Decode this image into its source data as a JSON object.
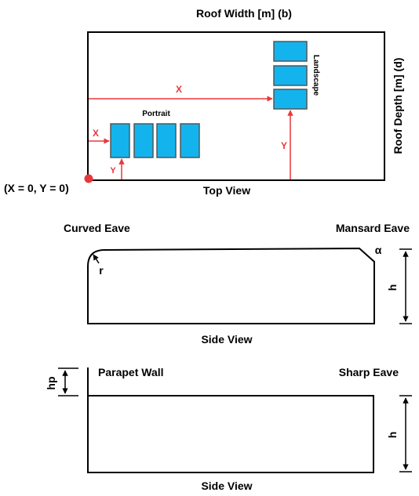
{
  "top_view": {
    "roof_width_label": "Roof Width [m] (b)",
    "roof_depth_label": "Roof Depth [m] (d)",
    "title": "Top View",
    "origin_label": "(X = 0, Y = 0)",
    "portrait_label": "Portrait",
    "landscape_label": "Landscape",
    "x_label_long": "X",
    "x_label_short": "X",
    "y_label_landscape": "Y",
    "y_label_portrait": "Y",
    "panel_color": "#13b4ee",
    "accent_color": "#e8383b"
  },
  "side_view_1": {
    "curved_eave_label": "Curved Eave",
    "mansard_eave_label": "Mansard Eave",
    "radius_label": "r",
    "angle_label": "α",
    "height_label": "h",
    "title": "Side View"
  },
  "side_view_2": {
    "parapet_label": "Parapet Wall",
    "sharp_eave_label": "Sharp Eave",
    "parapet_height_label": "hp",
    "height_label": "h",
    "title": "Side View"
  }
}
